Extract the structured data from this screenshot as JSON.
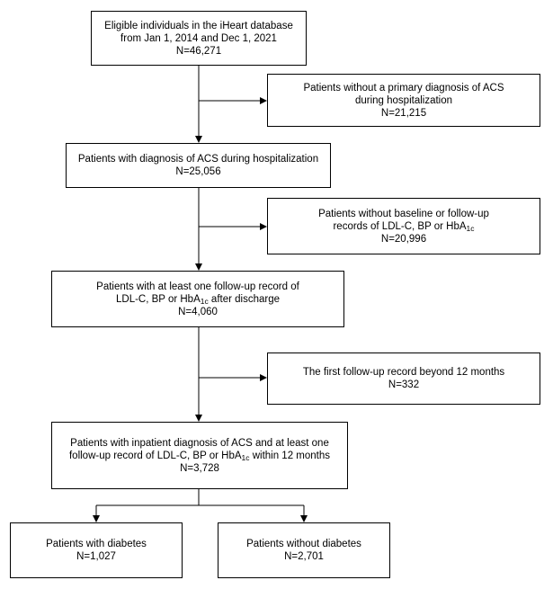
{
  "flowchart": {
    "eligible": {
      "line1": "Eligible individuals in the iHeart database",
      "line2": "from Jan 1, 2014 and Dec 1, 2021",
      "count": "N=46,271"
    },
    "excluded_no_primary_acs": {
      "line1": "Patients without a primary diagnosis of ACS",
      "line2": "during hospitalization",
      "count": "N=21,215"
    },
    "acs_hospitalization": {
      "line1": "Patients with diagnosis of ACS during hospitalization",
      "count": "N=25,056"
    },
    "excluded_no_records": {
      "line1": "Patients without baseline or follow-up",
      "line2_text": "records of LDL-C, BP or HbA",
      "line2_sub": "1c",
      "count": "N=20,996"
    },
    "followup_after_discharge": {
      "line1": "Patients with at least one follow-up record of",
      "line2_text": "LDL-C, BP or HbA",
      "line2_sub": "1c",
      "line2_after": " after discharge",
      "count": "N=4,060"
    },
    "excluded_beyond_12m": {
      "line1": "The first follow-up record beyond 12 months",
      "count": "N=332"
    },
    "final_cohort": {
      "line1": "Patients with inpatient diagnosis of ACS and at least one",
      "line2_text": "follow-up record of LDL-C, BP or HbA",
      "line2_sub": "1c",
      "line2_after": " within 12 months",
      "count": "N=3,728"
    },
    "with_diabetes": {
      "line1": "Patients with diabetes",
      "count": "N=1,027"
    },
    "without_diabetes": {
      "line1": "Patients without diabetes",
      "count": "N=2,701"
    }
  }
}
